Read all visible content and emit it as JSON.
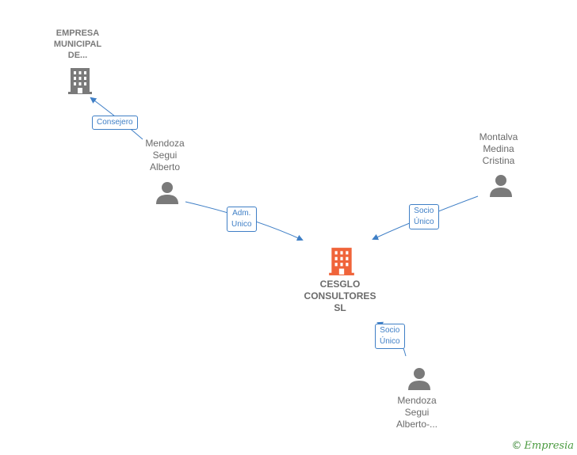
{
  "nodes": {
    "empresa_municipal": {
      "label": "EMPRESA\nMUNICIPAL\nDE...",
      "type": "company"
    },
    "mendoza_segui_alberto": {
      "label": "Mendoza\nSegui\nAlberto",
      "type": "person"
    },
    "montalva_medina_cristina": {
      "label": "Montalva\nMedina\nCristina",
      "type": "person"
    },
    "cesglo": {
      "label": "CESGLO\nCONSULTORES\nSL",
      "type": "main-company"
    },
    "mendoza_segui_alberto_2": {
      "label": "Mendoza\nSegui\nAlberto-...",
      "type": "person"
    }
  },
  "edges": {
    "consejero": {
      "label": "Consejero"
    },
    "adm_unico": {
      "label": "Adm.\nUnico"
    },
    "socio_unico_1": {
      "label": "Socio\nÚnico"
    },
    "socio_unico_2": {
      "label": "Socio\nÚnico"
    }
  },
  "colors": {
    "edge": "#3f7fc6",
    "person_icon": "#7a7a7a",
    "company_icon": "#7a7a7a",
    "main_company_icon": "#f0643a"
  },
  "footer": {
    "copyright_symbol": "©",
    "brand": "Empresia"
  }
}
